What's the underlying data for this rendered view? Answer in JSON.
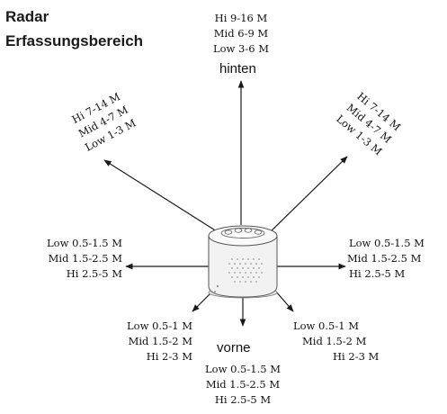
{
  "title": {
    "line1": "Radar",
    "line2": "Erfassungsbereich"
  },
  "directions": {
    "back": "hinten",
    "front": "vorne"
  },
  "zones": {
    "back": {
      "hi": "Hi 9-16 M",
      "mid": "Mid 6-9 M",
      "low": "Low 3-6 M"
    },
    "back_left": {
      "hi": "Hi 7-14 M",
      "mid": "Mid 4-7 M",
      "low": "Low 1-3 M"
    },
    "back_right": {
      "hi": "Hi 7-14 M",
      "mid": "Mid 4-7 M",
      "low": "Low 1-3 M"
    },
    "left": {
      "low": "Low 0.5-1.5 M",
      "mid": "Mid 1.5-2.5 M",
      "hi": "Hi 2.5-5 M"
    },
    "right": {
      "low": "Low 0.5-1.5 M",
      "mid": "Mid 1.5-2.5 M",
      "hi": "Hi 2.5-5 M"
    },
    "front_left": {
      "low": "Low 0.5-1 M",
      "mid": "Mid 1.5-2 M",
      "hi": "Hi 2-3 M"
    },
    "front_right": {
      "low": "Low 0.5-1 M",
      "mid": "Mid 1.5-2 M",
      "hi": "Hi 2-3 M"
    },
    "front": {
      "low": "Low 0.5-1.5 M",
      "mid": "Mid 1.5-2.5 M",
      "hi": "Hi 2.5-5 M"
    }
  },
  "colors": {
    "line": "#1a1a1a",
    "device_body": "#f2f2f2",
    "device_outline": "#555555",
    "speaker_dots": "#9a9a9a"
  },
  "icons": {
    "device": "radar-sensor-device-icon"
  }
}
